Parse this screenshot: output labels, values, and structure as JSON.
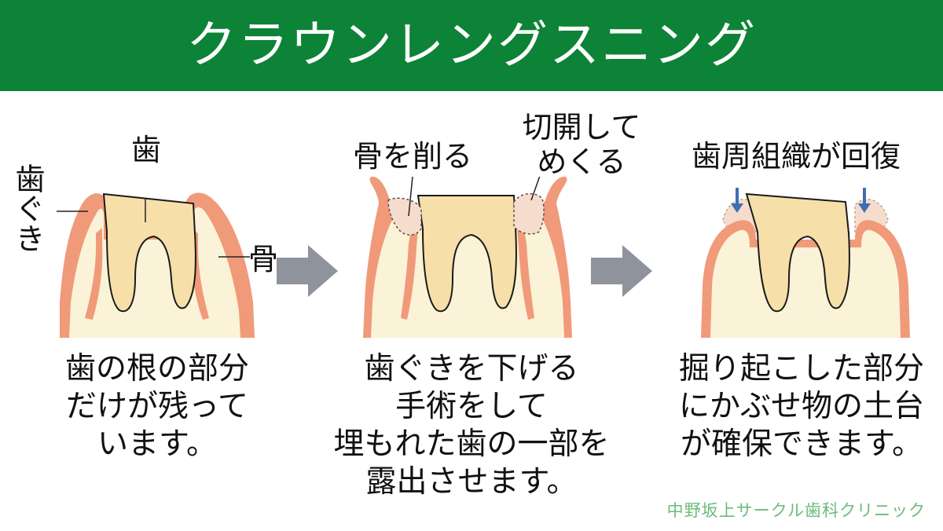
{
  "title": "クラウンレングスニング",
  "panel1": {
    "label_tooth": "歯",
    "label_gum": "歯ぐき",
    "label_bone": "骨",
    "caption": [
      "歯の根の部分",
      "だけが残って",
      "います。"
    ]
  },
  "panel2": {
    "label_shave": "骨を削る",
    "label_incise": [
      "切開して",
      "めくる"
    ],
    "caption": [
      "歯ぐきを下げる",
      "手術をして",
      "埋もれた歯の一部を",
      "露出させます。"
    ]
  },
  "panel3": {
    "label_recover": "歯周組織が回復",
    "caption": [
      "掘り起こした部分",
      "にかぶせ物の土台",
      "が確保できます。"
    ]
  },
  "footer": {
    "clinic": "中野坂上サークル歯科クリニック"
  },
  "colors": {
    "header_bg": "#0d8337",
    "gum": "#f09a7a",
    "bone": "#fbf3d7",
    "tooth": "#f7dfaa",
    "arrow": "#8f939c",
    "down_arrow": "#3f6fb2",
    "clinic_text": "#6cbb7a"
  }
}
